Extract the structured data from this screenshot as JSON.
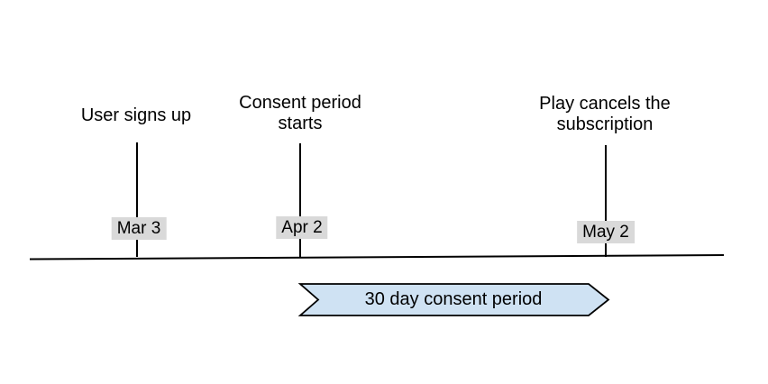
{
  "colors": {
    "background": "#ffffff",
    "text": "#000000",
    "line": "#000000",
    "date_chip_bg": "#d9d9d9",
    "banner_fill": "#cfe2f3",
    "banner_stroke": "#000000"
  },
  "timeline": {
    "events": [
      {
        "label": "User signs up",
        "date": "Mar 3"
      },
      {
        "label": "Consent period starts",
        "date": "Apr 2"
      },
      {
        "label": "Play cancels the subscription",
        "date": "May 2"
      }
    ],
    "banner": {
      "label": "30 day consent period"
    }
  }
}
